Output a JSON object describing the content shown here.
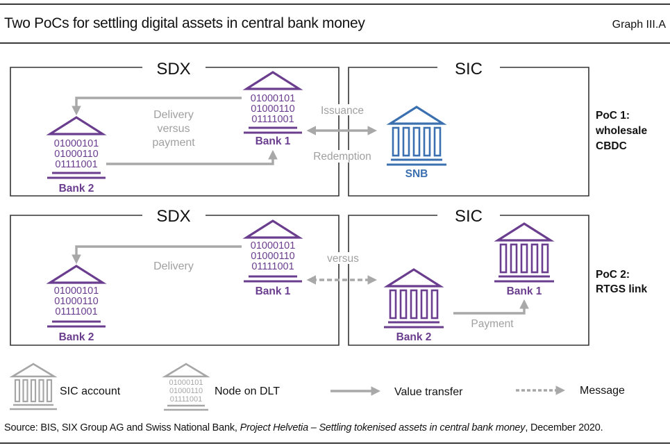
{
  "header": {
    "title": "Two PoCs for settling digital assets in central bank money",
    "graph_id": "Graph III.A"
  },
  "colors": {
    "purple": "#6a3d8f",
    "blue": "#3a6fb0",
    "arrow_grey": "#a8a8a8",
    "label_grey": "#a0a0a0",
    "legend_grey": "#a6a6a6",
    "box_border": "#333333"
  },
  "dlt_code_lines": [
    "01000101",
    "01000110",
    "01111001"
  ],
  "poc1": {
    "label_line1": "PoC 1:",
    "label_line2": "wholesale",
    "label_line3": "CBDC",
    "sdx_title": "SDX",
    "sic_title": "SIC",
    "bank1_label": "Bank 1",
    "bank2_label": "Bank 2",
    "snb_label": "SNB",
    "dvp_line1": "Delivery",
    "dvp_line2": "versus",
    "dvp_line3": "payment",
    "issuance_label": "Issuance",
    "redemption_label": "Redemption"
  },
  "poc2": {
    "label_line1": "PoC 2:",
    "label_line2": "RTGS link",
    "sdx_title": "SDX",
    "sic_title": "SIC",
    "sdx_bank1_label": "Bank 1",
    "sdx_bank2_label": "Bank 2",
    "sic_bank1_label": "Bank 1",
    "sic_bank2_label": "Bank 2",
    "delivery_label": "Delivery",
    "versus_label": "versus",
    "payment_label": "Payment"
  },
  "legend": {
    "sic_account": "SIC account",
    "node_on_dlt": "Node on DLT",
    "value_transfer": "Value transfer",
    "message": "Message"
  },
  "source": {
    "prefix": "Source: BIS, SIX Group AG and Swiss National Bank, ",
    "title_italic": "Project Helvetia – Settling tokenised assets in central bank money",
    "suffix": ", December 2020."
  }
}
